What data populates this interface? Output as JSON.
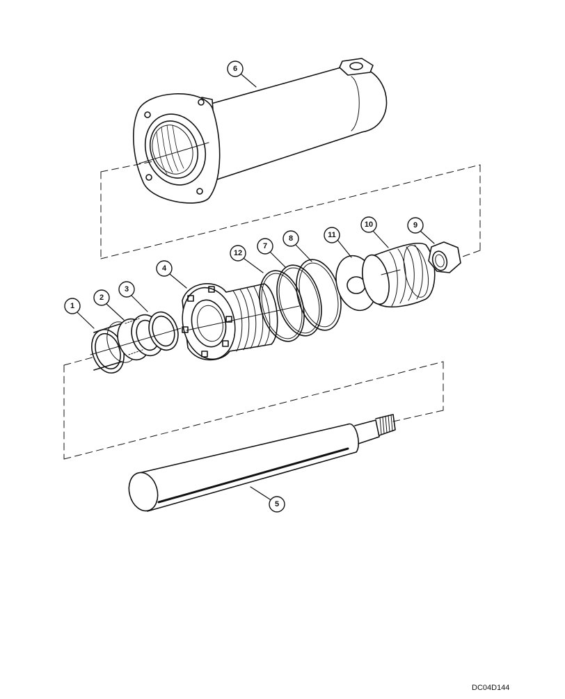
{
  "diagram": {
    "callouts": [
      {
        "id": "1",
        "label": "1"
      },
      {
        "id": "2",
        "label": "2"
      },
      {
        "id": "3",
        "label": "3"
      },
      {
        "id": "4",
        "label": "4"
      },
      {
        "id": "5",
        "label": "5"
      },
      {
        "id": "6",
        "label": "6"
      },
      {
        "id": "7",
        "label": "7"
      },
      {
        "id": "8",
        "label": "8"
      },
      {
        "id": "9",
        "label": "9"
      },
      {
        "id": "10",
        "label": "10"
      },
      {
        "id": "11",
        "label": "11"
      },
      {
        "id": "12",
        "label": "12"
      }
    ],
    "drawing_code": "DC04D144"
  }
}
